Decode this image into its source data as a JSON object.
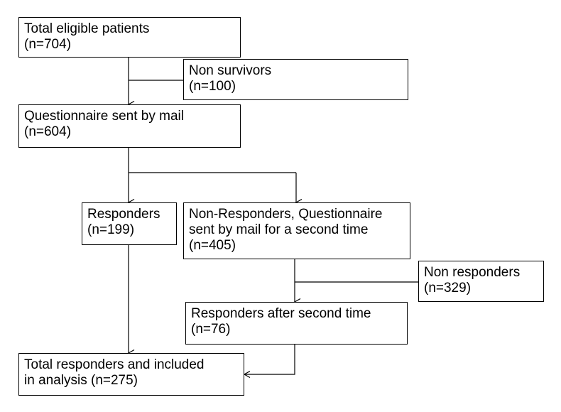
{
  "flowchart": {
    "total_eligible": {
      "title": "Total eligible patients",
      "count": "(n=704)"
    },
    "non_survivors": {
      "title": "Non survivors",
      "count": "(n=100)"
    },
    "questionnaire_mail": {
      "title": "Questionnaire sent by mail",
      "count": "(n=604)"
    },
    "responders": {
      "title": "Responders",
      "count": "(n=199)"
    },
    "non_responders_second": {
      "line1": "Non-Responders, Questionnaire",
      "line2": "sent by mail for a second time",
      "count": "(n=405)"
    },
    "non_responders": {
      "title": "Non responders",
      "count": "(n=329)"
    },
    "responders_second": {
      "title": "Responders after second time",
      "count": "(n=76)"
    },
    "total_included": {
      "line1": "Total responders and included",
      "line2": "in analysis (n=275)"
    }
  },
  "colors": {
    "stroke": "#000000",
    "background": "#ffffff"
  }
}
